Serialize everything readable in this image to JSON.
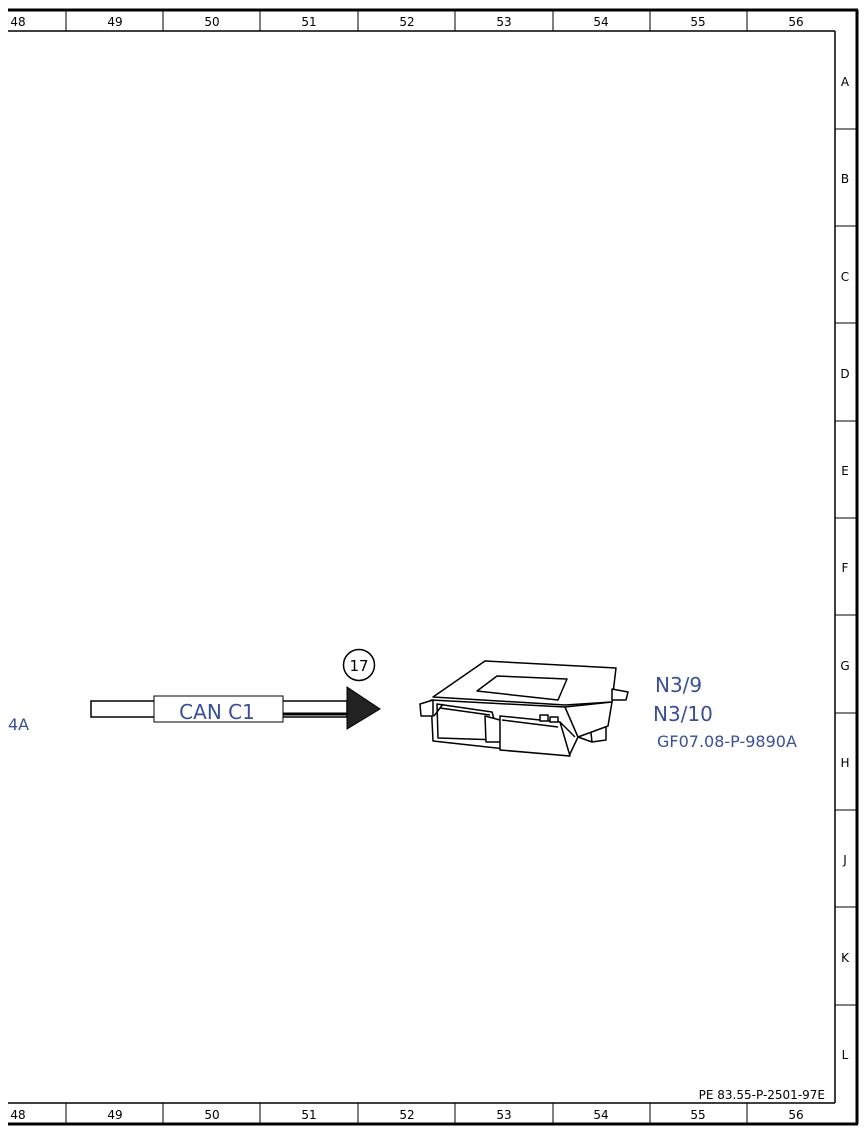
{
  "columns_top": [
    "48",
    "49",
    "50",
    "51",
    "52",
    "53",
    "54",
    "55",
    "56"
  ],
  "columns_bottom": [
    "48",
    "49",
    "50",
    "51",
    "52",
    "53",
    "54",
    "55",
    "56"
  ],
  "rows": [
    "A",
    "B",
    "C",
    "D",
    "E",
    "F",
    "G",
    "H",
    "J",
    "K",
    "L"
  ],
  "left_ref": "4A",
  "bus_label": "CAN C1",
  "callout_number": "17",
  "component": {
    "label_1": "N3/9",
    "label_2": "N3/10",
    "doc_ref": "GF07.08-P-9890A"
  },
  "footer_ref": "PE 83.55-P-2501-97E",
  "colors": {
    "label_blue": "#3a4f9a",
    "line": "#000000"
  }
}
